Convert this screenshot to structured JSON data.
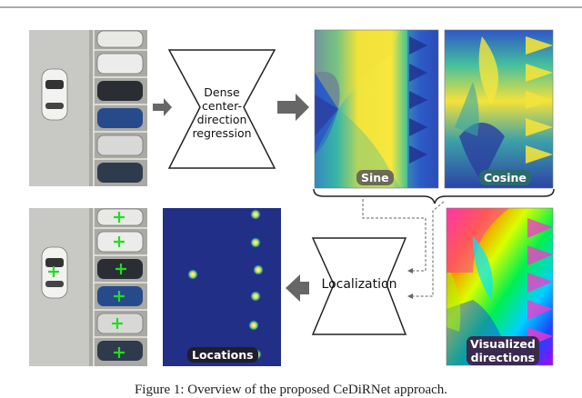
{
  "stages": {
    "regression": [
      "Dense",
      "center-direction",
      "regression"
    ],
    "localization": "Localization"
  },
  "map_labels": {
    "sine": "Sine",
    "cosine": "Cosine",
    "locations": "Locations",
    "directions": [
      "Visualized",
      "directions"
    ]
  },
  "caption": "Figure 1: Overview of the proposed CeDiRNet approach.",
  "icons": {
    "arrow": "thick-right-arrow",
    "marker": "green-cross",
    "brace": "curly-brace"
  },
  "colors": {
    "arrow_gray": "#676767",
    "marker_green": "#22dd22",
    "sine_yellow": "#f4e33b",
    "map_blue": "#2b43a6",
    "location_navy": "#212f86",
    "teal": "#38a9a6"
  }
}
